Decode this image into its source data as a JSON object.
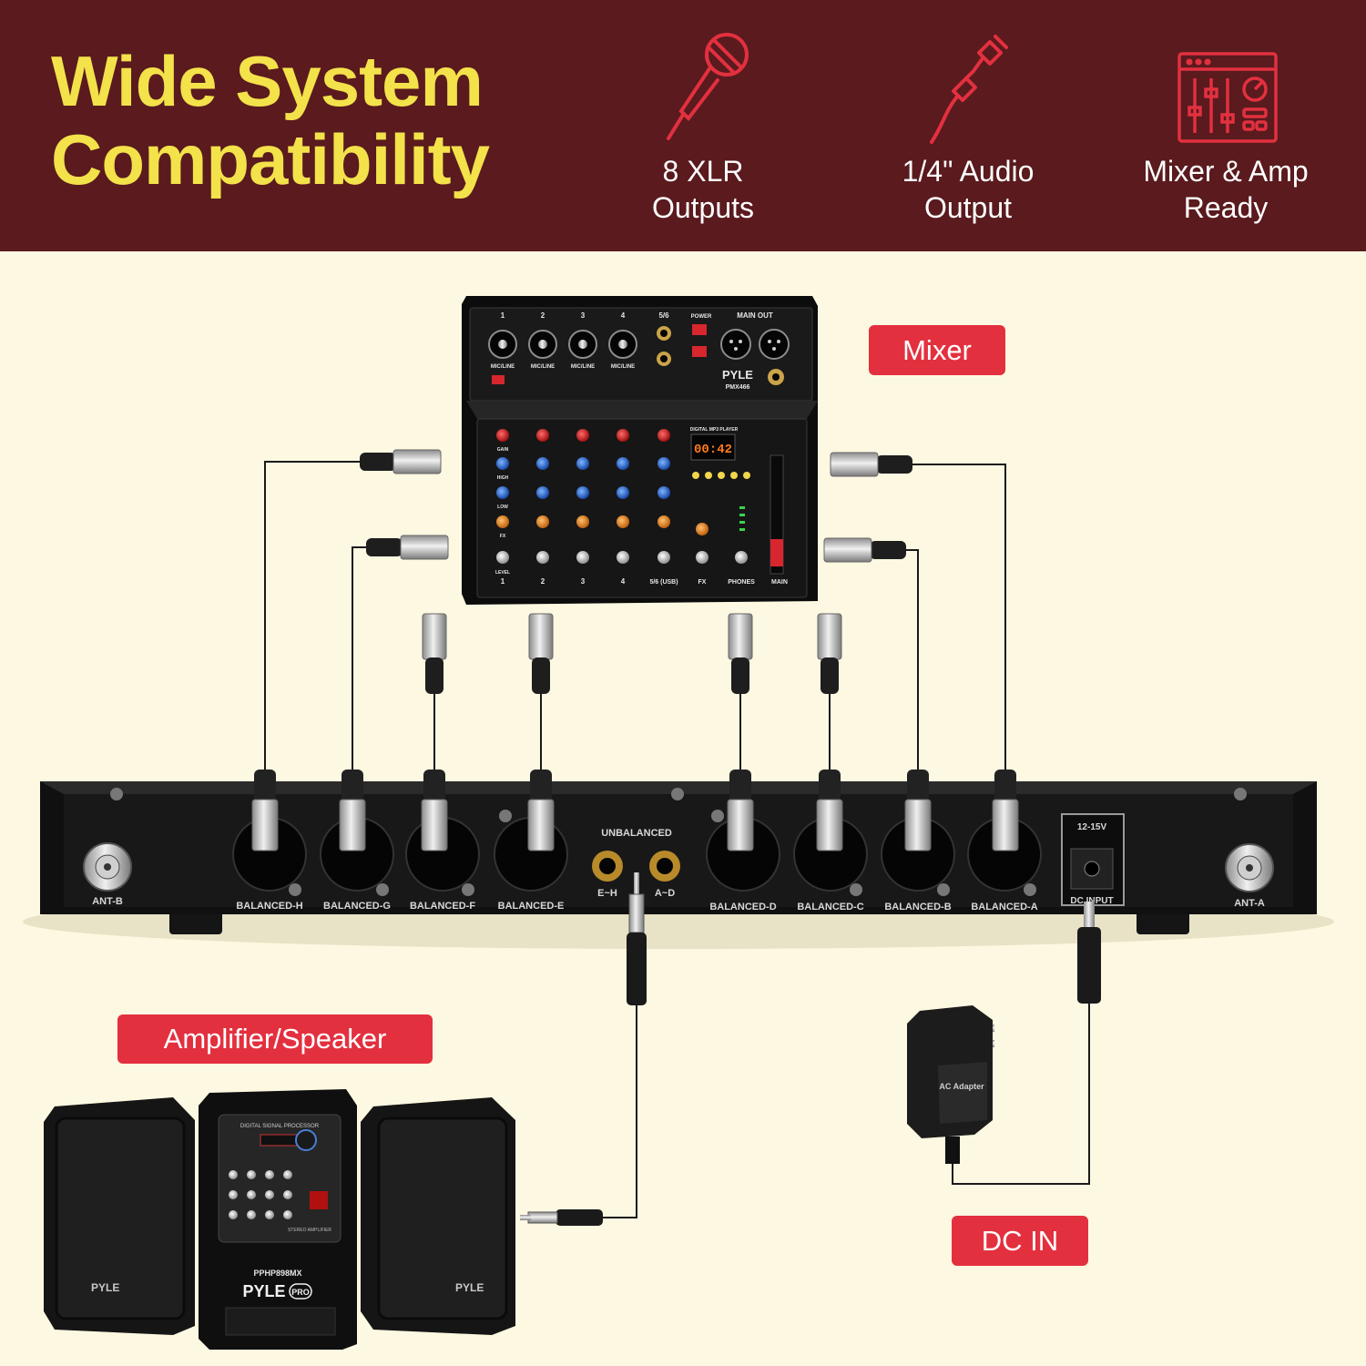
{
  "header": {
    "title_line1": "Wide System",
    "title_line2": "Compatibility",
    "colors": {
      "background": "#5a1a1e",
      "title": "#f3e24a",
      "icon": "#e3303f",
      "text": "#ffffff"
    }
  },
  "features": [
    {
      "icon": "microphone-icon",
      "line1": "8 XLR",
      "line2": "Outputs"
    },
    {
      "icon": "audio-plug-icon",
      "line1": "1/4\" Audio",
      "line2": "Output"
    },
    {
      "icon": "mixer-icon",
      "line1": "Mixer & Amp",
      "line2": "Ready"
    }
  ],
  "tags": {
    "mixer": "Mixer",
    "amplifier": "Amplifier/Speaker",
    "dc_in": "DC IN",
    "color": "#e3303f"
  },
  "mixer": {
    "brand": "PYLE",
    "model": "PMX466",
    "top_channels": [
      "1",
      "2",
      "3",
      "4",
      "5/6"
    ],
    "input_label": "MIC/LINE",
    "power_label": "POWER",
    "main_out": "MAIN OUT",
    "mp3": "DIGITAL MP3 PLAYER",
    "display": "00:42",
    "bottom_labels": [
      "1",
      "2",
      "3",
      "4",
      "5/6 (USB)",
      "FX",
      "PHONES",
      "MAIN"
    ],
    "knob_rows": [
      "GAIN",
      "HIGH",
      "LOW",
      "FX",
      "LEVEL"
    ]
  },
  "receiver": {
    "ports_left": [
      "BALANCED-H",
      "BALANCED-G",
      "BALANCED-F",
      "BALANCED-E"
    ],
    "ports_right": [
      "BALANCED-D",
      "BALANCED-C",
      "BALANCED-B",
      "BALANCED-A"
    ],
    "unbalanced": "UNBALANCED",
    "jack_left": "E~H",
    "jack_right": "A~D",
    "ant_left": "ANT-B",
    "ant_right": "ANT-A",
    "dc_voltage": "12-15V",
    "dc_input": "DC INPUT"
  },
  "speakers": {
    "model": "PPHP898MX",
    "brand": "PYLE",
    "sub": "PRO",
    "panel_title": "DIGITAL SIGNAL PROCESSOR",
    "amp_label": "STEREO AMPLIFIER"
  },
  "adapter": {
    "label": "AC Adapter"
  }
}
